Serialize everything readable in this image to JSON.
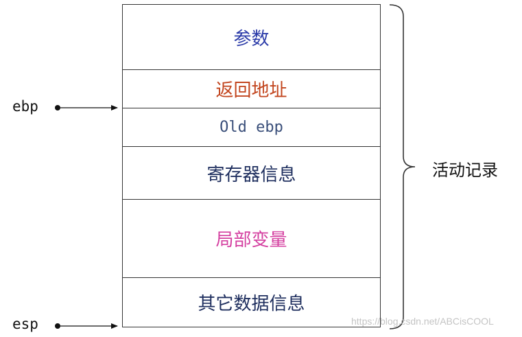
{
  "diagram": {
    "frames": [
      {
        "label": "参数",
        "color": "#2a3aa8"
      },
      {
        "label": "返回地址",
        "color": "#c2451e"
      },
      {
        "label": "Old ebp",
        "color": "#3a4f7a"
      },
      {
        "label": "寄存器信息",
        "color": "#1e2e5e"
      },
      {
        "label": "局部变量",
        "color": "#d43fa0"
      },
      {
        "label": "其它数据信息",
        "color": "#1e2e5e"
      }
    ],
    "pointers": {
      "ebp": "ebp",
      "esp": "esp"
    },
    "brace_label": "活动记录"
  },
  "watermark": "https://blog.csdn.net/ABCisCOOL"
}
